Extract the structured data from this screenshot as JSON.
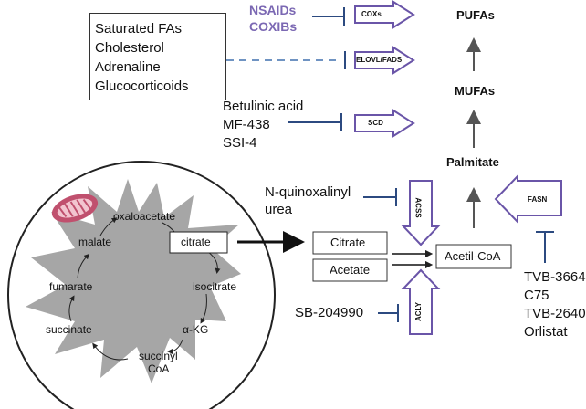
{
  "inputs_box": {
    "lines": [
      "Saturated FAs",
      "Cholesterol",
      "Adrenaline",
      "Glucocorticoids"
    ]
  },
  "inhibitors": {
    "cox": [
      "NSAIDs",
      "COXIBs"
    ],
    "scd": [
      "Betulinic acid",
      "MF-438",
      "SSI-4"
    ],
    "acss": [
      "N-quinoxalinyl",
      "urea"
    ],
    "acly": "SB-204990",
    "fasn": [
      "TVB-3664",
      "C75",
      "TVB-2640",
      "Orlistat"
    ]
  },
  "enzymes": {
    "cox": "COXs",
    "elovl": "ELOVL/FADS",
    "scd": "SCD",
    "acss": "ACSS",
    "acly": "ACLY",
    "fasn": "FASN"
  },
  "products": {
    "pufas": "PUFAs",
    "mufas": "MUFAs",
    "palmitate": "Palmitate",
    "acetil_coa": "Acetil-CoA",
    "citrate": "Citrate",
    "acetate": "Acetate"
  },
  "tca_cycle": {
    "oxaloacetate": "oxaloacetate",
    "citrate": "citrate",
    "isocitrate": "isocitrate",
    "akg": "α-KG",
    "succinyl": "succinyl",
    "coa": "CoA",
    "succinate": "succinate",
    "fumarate": "fumarate",
    "malate": "malate"
  },
  "colors": {
    "inhibitor_text": "#7b68b3",
    "arrow_outline": "#6a55a8",
    "inhibitor_line": "#2c4a80",
    "dashed_line": "#6f93c2",
    "mito_shape": "#a6a6a6",
    "mitochondrion": "#c0506e"
  }
}
